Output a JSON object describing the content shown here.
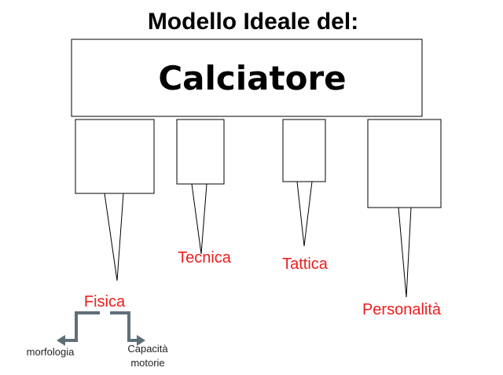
{
  "title": "Modello Ideale del:",
  "main_box": {
    "label": "Calciatore"
  },
  "branches": [
    {
      "id": "fisica",
      "label": "Fisica"
    },
    {
      "id": "tecnica",
      "label": "Tecnica"
    },
    {
      "id": "tattica",
      "label": "Tattica"
    },
    {
      "id": "personalita",
      "label": "Personalità"
    }
  ],
  "fisica_sub": {
    "left_label": "morfologia",
    "right_label_line1": "Capacità",
    "right_label_line2": "motorie"
  },
  "colors": {
    "branch_label": "#ee1c1c",
    "connector": "#5f6f78",
    "outline": "#000000"
  }
}
